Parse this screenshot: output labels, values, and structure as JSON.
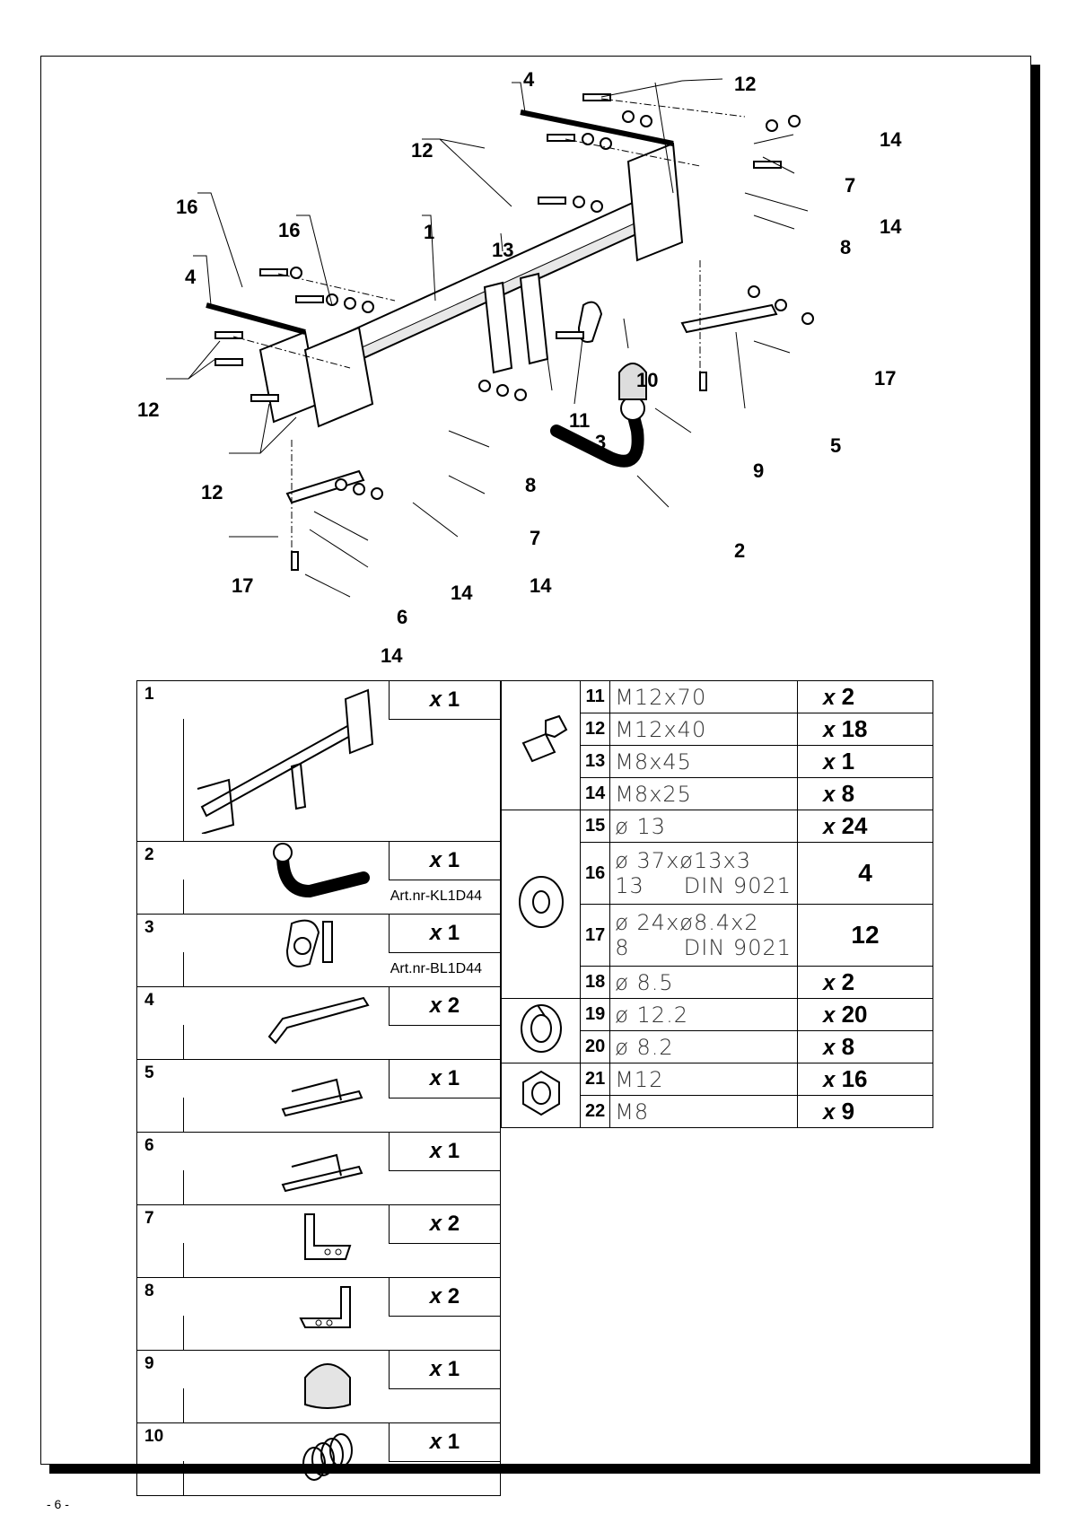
{
  "diagram": {
    "callouts": {
      "c1": "1",
      "c2": "2",
      "c3": "3",
      "c4a": "4",
      "c4b": "4",
      "c5": "5",
      "c6": "6",
      "c7a": "7",
      "c7b": "7",
      "c8a": "8",
      "c8b": "8",
      "c9": "9",
      "c10": "10",
      "c11": "11",
      "c12a": "12",
      "c12b": "12",
      "c12c": "12",
      "c12d": "12",
      "c13": "13",
      "c14a": "14",
      "c14b": "14",
      "c14c": "14",
      "c14d": "14",
      "c14e": "14",
      "c16a": "16",
      "c16b": "16",
      "c17a": "17",
      "c17b": "17"
    }
  },
  "parts_left": [
    {
      "num": "1",
      "qty_prefix": "x",
      "qty": "1",
      "art": ""
    },
    {
      "num": "2",
      "qty_prefix": "x",
      "qty": "1",
      "art": "Art.nr-KL1D44"
    },
    {
      "num": "3",
      "qty_prefix": "x",
      "qty": "1",
      "art": "Art.nr-BL1D44"
    },
    {
      "num": "4",
      "qty_prefix": "x",
      "qty": "2",
      "art": ""
    },
    {
      "num": "5",
      "qty_prefix": "x",
      "qty": "1",
      "art": ""
    },
    {
      "num": "6",
      "qty_prefix": "x",
      "qty": "1",
      "art": ""
    },
    {
      "num": "7",
      "qty_prefix": "x",
      "qty": "2",
      "art": ""
    },
    {
      "num": "8",
      "qty_prefix": "x",
      "qty": "2",
      "art": ""
    },
    {
      "num": "9",
      "qty_prefix": "x",
      "qty": "1",
      "art": ""
    },
    {
      "num": "10",
      "qty_prefix": "x",
      "qty": "1",
      "art": ""
    }
  ],
  "parts_right": [
    {
      "num": "11",
      "desc": "M12x70",
      "desc2": "",
      "din": "",
      "qty_prefix": "x",
      "qty": "2"
    },
    {
      "num": "12",
      "desc": "M12x40",
      "desc2": "",
      "din": "",
      "qty_prefix": "x",
      "qty": "18"
    },
    {
      "num": "13",
      "desc": "M8x45",
      "desc2": "",
      "din": "",
      "qty_prefix": "x",
      "qty": "1"
    },
    {
      "num": "14",
      "desc": "M8x25",
      "desc2": "",
      "din": "",
      "qty_prefix": "x",
      "qty": "8"
    },
    {
      "num": "15",
      "desc": "ø 13",
      "desc2": "",
      "din": "",
      "qty_prefix": "x",
      "qty": "24"
    },
    {
      "num": "16",
      "desc": "ø 37xø13x3",
      "desc2": "13",
      "din": "DIN 9021",
      "qty_prefix": "",
      "qty": "4"
    },
    {
      "num": "17",
      "desc": "ø 24xø8.4x2",
      "desc2": "8",
      "din": "DIN 9021",
      "qty_prefix": "",
      "qty": "12"
    },
    {
      "num": "18",
      "desc": "ø 8.5",
      "desc2": "",
      "din": "",
      "qty_prefix": "x",
      "qty": "2"
    },
    {
      "num": "19",
      "desc": "ø 12.2",
      "desc2": "",
      "din": "",
      "qty_prefix": "x",
      "qty": "20"
    },
    {
      "num": "20",
      "desc": "ø 8.2",
      "desc2": "",
      "din": "",
      "qty_prefix": "x",
      "qty": "8"
    },
    {
      "num": "21",
      "desc": "M12",
      "desc2": "",
      "din": "",
      "qty_prefix": "x",
      "qty": "16"
    },
    {
      "num": "22",
      "desc": "M8",
      "desc2": "",
      "din": "",
      "qty_prefix": "x",
      "qty": "9"
    }
  ],
  "footer": {
    "page": "- 6 -"
  }
}
